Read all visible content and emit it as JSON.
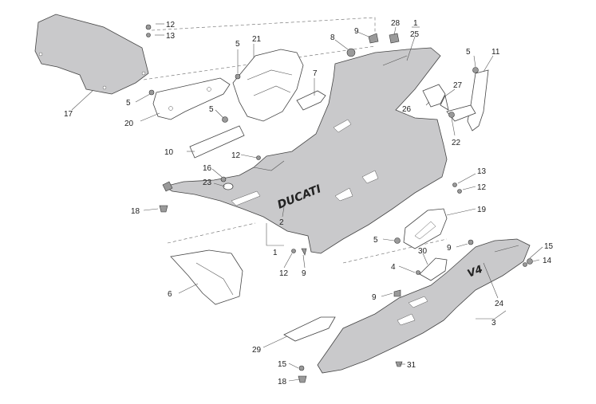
{
  "diagram": {
    "title": "Fairing exploded parts diagram",
    "brand_logo": "DUCATI",
    "model_mark": "V4",
    "callouts": {
      "c1_top": "1",
      "c25": "25",
      "c28": "28",
      "c9_top": "9",
      "c8": "8",
      "c12_top": "12",
      "c13_top": "13",
      "c17": "17",
      "c21": "21",
      "c5_a": "5",
      "c7": "7",
      "c5_b": "5",
      "c20": "20",
      "c5_c": "5",
      "c10": "10",
      "c12_mid": "12",
      "c16": "16",
      "c23": "23",
      "c18_left": "18",
      "c2": "2",
      "c1_bottom": "1",
      "c5_right": "5",
      "c11": "11",
      "c27": "27",
      "c26": "26",
      "c22": "22",
      "c13_right": "13",
      "c12_right": "12",
      "c19": "19",
      "c5_d": "5",
      "c9_mid": "9",
      "c12_bottom": "12",
      "c9_bottom": "9",
      "c6": "6",
      "c15_right": "15",
      "c14": "14",
      "c30": "30",
      "c4": "4",
      "c24": "24",
      "c3": "3",
      "c9_lower": "9",
      "c29": "29",
      "c31": "31",
      "c15_bottom": "15",
      "c18_bottom": "18"
    }
  }
}
